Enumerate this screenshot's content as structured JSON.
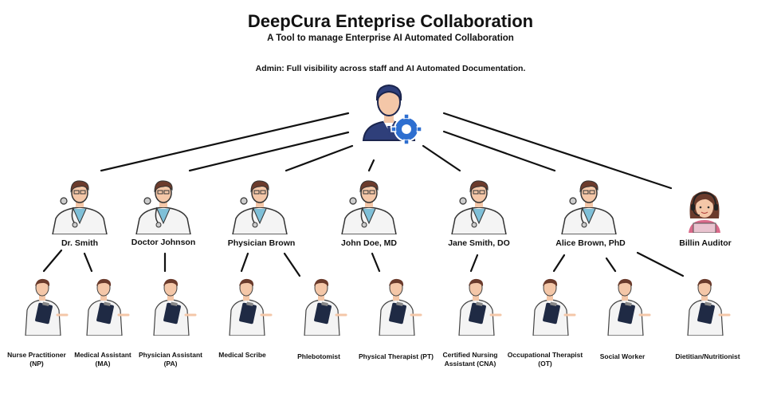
{
  "header": {
    "title": "DeepCura Enteprise Collaboration",
    "subtitle": "A Tool to manage Enterprise AI Automated Collaboration",
    "admin_note": "Admin: Full visibility across staff and AI Automated Documentation."
  },
  "admin": {
    "icon": "admin-gear-icon"
  },
  "doctors": [
    {
      "label": "Dr. Smith"
    },
    {
      "label": "Doctor Johnson"
    },
    {
      "label": "Physician Brown"
    },
    {
      "label": "John Doe, MD"
    },
    {
      "label": "Jane Smith, DO"
    },
    {
      "label": "Alice Brown, PhD"
    }
  ],
  "auditor": {
    "label": "Billin Auditor"
  },
  "staff": [
    {
      "label": "Nurse Practitioner (NP)"
    },
    {
      "label": "Medical Assistant (MA)"
    },
    {
      "label": "Physician Assistant (PA)"
    },
    {
      "label": "Medical Scribe"
    },
    {
      "label": "Phlebotomist"
    },
    {
      "label": "Physical Therapist (PT)"
    },
    {
      "label": "Certified Nursing Assistant (CNA)"
    },
    {
      "label": "Occupational Therapist (OT)"
    },
    {
      "label": "Social Worker"
    },
    {
      "label": "Dietitian/Nutritionist"
    }
  ],
  "colors": {
    "admin_bg": "#2f3f7a",
    "gear": "#2e6fd0",
    "coat": "#f4f4f4",
    "hair_brown": "#6b3b2c",
    "skin": "#f4c7a8",
    "clipboard": "#1f2a44"
  }
}
